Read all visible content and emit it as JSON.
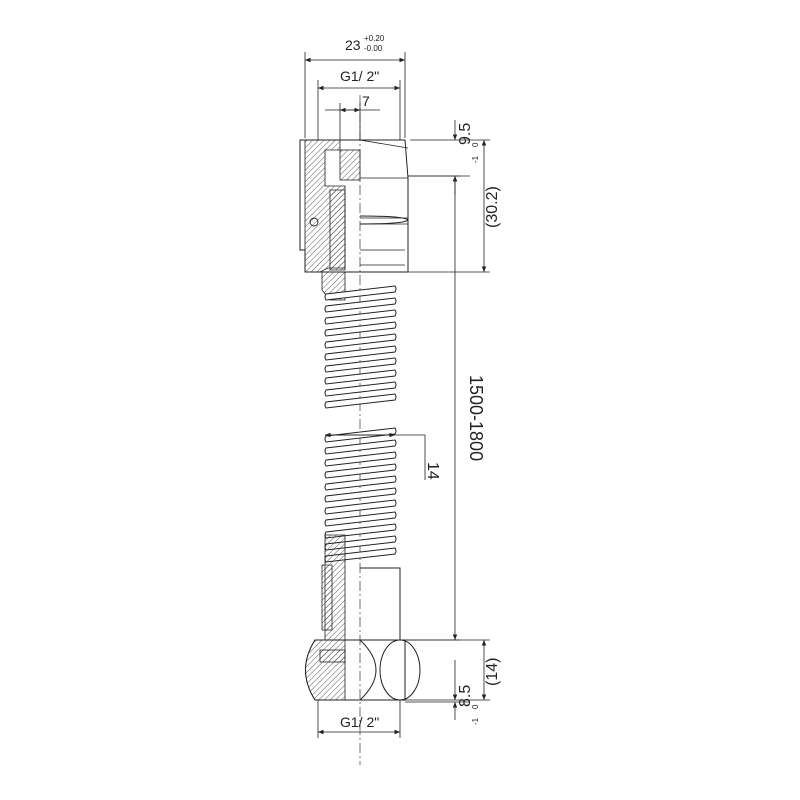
{
  "dimensions": {
    "overall_width": {
      "value": "23",
      "tol_upper": "+0.20",
      "tol_lower": "-0.00"
    },
    "thread_top": "G1/ 2\"",
    "inner_offset": "7",
    "top_depth": {
      "value": "9.5",
      "tol_upper": "0",
      "tol_lower": "-1"
    },
    "top_length": "(30.2)",
    "hose_length": "1500-1800",
    "hose_diameter": "14",
    "bottom_length": "(14)",
    "bottom_depth": {
      "value": "8.5",
      "tol_upper": "0",
      "tol_lower": "-1"
    },
    "thread_bottom": "G1/ 2\""
  }
}
